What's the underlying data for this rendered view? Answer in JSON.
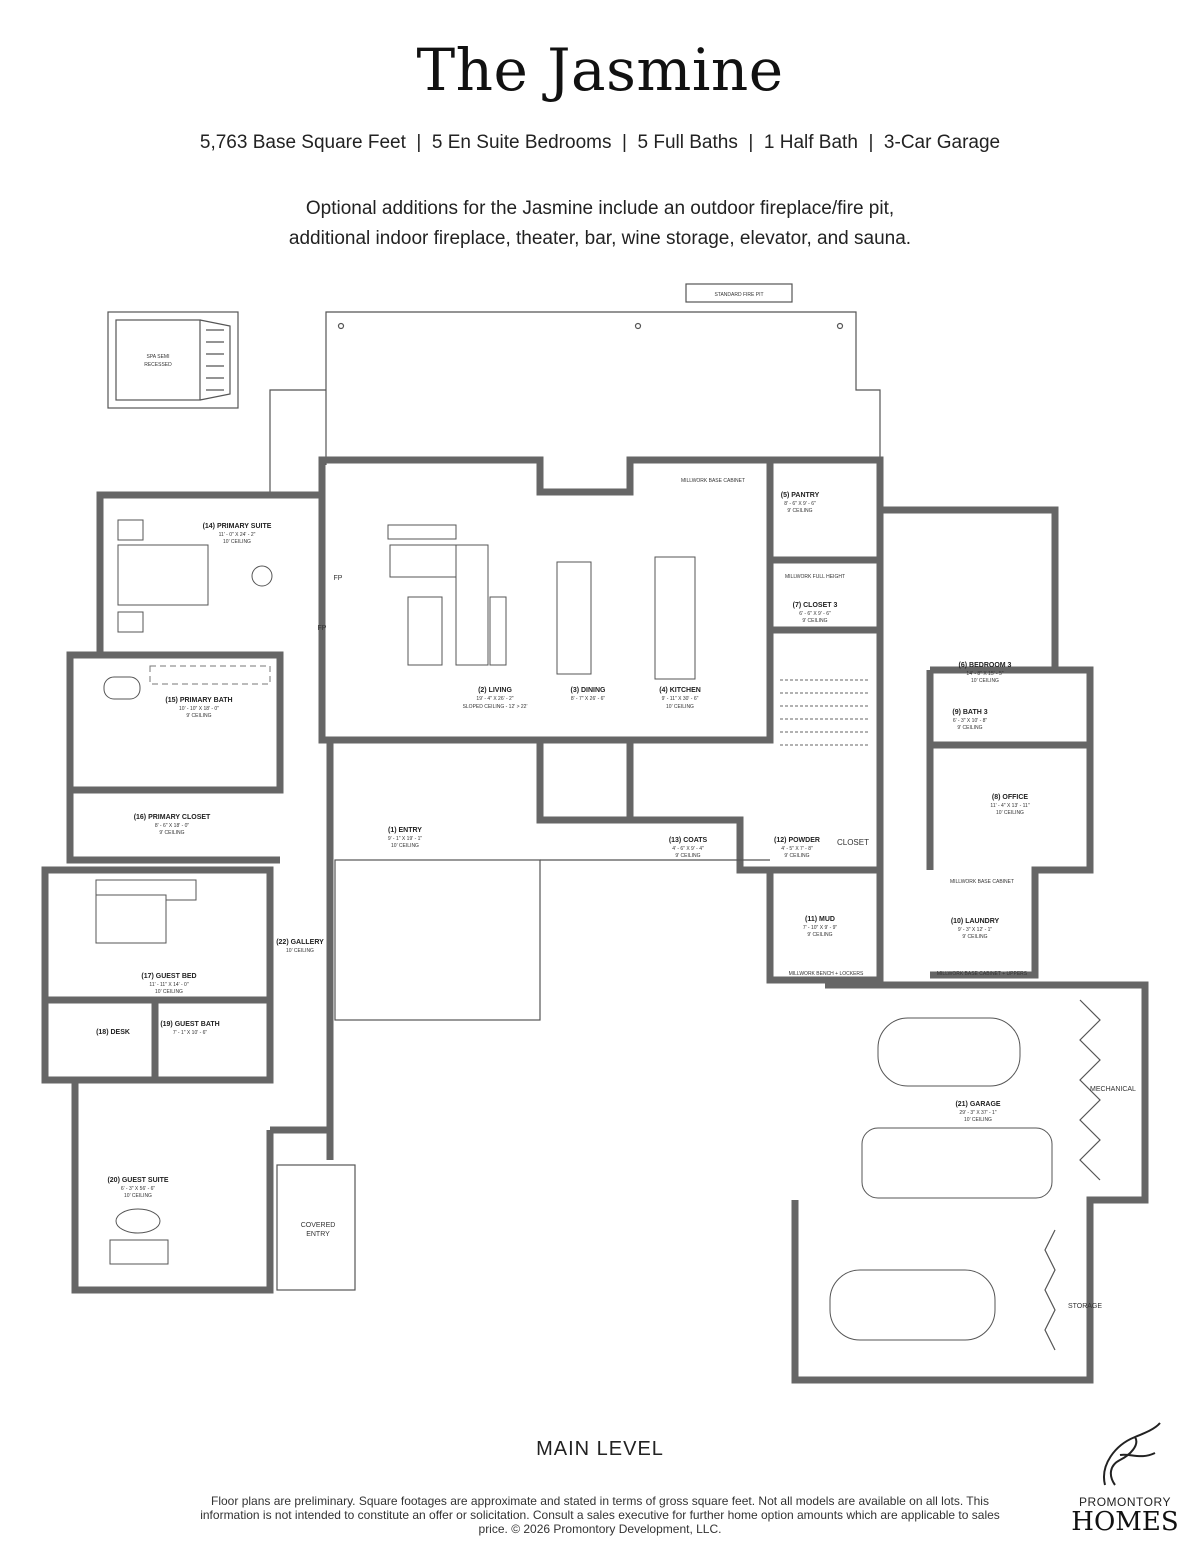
{
  "header": {
    "title": "The Jasmine",
    "stats": "5,763 Base Square Feet  |  5 En Suite Bedrooms  |  5 Full Baths  |  1 Half Bath  |  3-Car Garage",
    "description_line1": "Optional additions for the Jasmine include an outdoor fireplace/fire pit,",
    "description_line2": "additional indoor fireplace, theater, bar, wine storage, elevator, and sauna."
  },
  "plan": {
    "fire_pit": "STANDARD FIRE PIT",
    "spa": "SPA SEMI",
    "spa2": "RECESSED",
    "fp": "FP",
    "closet": "CLOSET",
    "mechanical": "MECHANICAL",
    "storage": "STORAGE",
    "covered_entry_1": "COVERED",
    "covered_entry_2": "ENTRY",
    "millwork_base_cabinet": "MILLWORK BASE CABINET",
    "millwork_bench": "MILLWORK BENCH + LOCKERS",
    "millwork_base_uppers": "MILLWORK BASE CABINET + UPPERS",
    "millwork_full_height": "MILLWORK FULL HEIGHT",
    "rooms": [
      {
        "name": "(1) ENTRY",
        "dims": "9' - 1\" X 19' - 1\"",
        "ceiling": "10' CEILING"
      },
      {
        "name": "(2) LIVING",
        "dims": "19' - 4\" X 26' - 2\"",
        "ceiling": "SLOPED CEILING - 12' > 22'"
      },
      {
        "name": "(3) DINING",
        "dims": "8' - 7\" X 26' - 6\"",
        "ceiling": ""
      },
      {
        "name": "(4) KITCHEN",
        "dims": "9' - 11\" X 30' - 6\"",
        "ceiling": "10' CEILING"
      },
      {
        "name": "(5) PANTRY",
        "dims": "8' - 6\" X 9' - 6\"",
        "ceiling": "9' CEILING"
      },
      {
        "name": "(6) BEDROOM 3",
        "dims": "14' - 8\" X 15' - 5\"",
        "ceiling": "10' CEILING"
      },
      {
        "name": "(7) CLOSET 3",
        "dims": "6' - 6\" X 9' - 6\"",
        "ceiling": "9' CEILING"
      },
      {
        "name": "(8) OFFICE",
        "dims": "11' - 4\" X 13' - 11\"",
        "ceiling": "10' CEILING"
      },
      {
        "name": "(9) BATH 3",
        "dims": "6' - 3\" X 10' - 8\"",
        "ceiling": "9' CEILING"
      },
      {
        "name": "(10) LAUNDRY",
        "dims": "9' - 3\" X 12' - 1\"",
        "ceiling": "9' CEILING"
      },
      {
        "name": "(11) MUD",
        "dims": "7' - 10\" X 9' - 9\"",
        "ceiling": "9' CEILING"
      },
      {
        "name": "(12) POWDER",
        "dims": "4' - 5\" X 7' - 8\"",
        "ceiling": "9' CEILING"
      },
      {
        "name": "(13) COATS",
        "dims": "4' - 6\" X 9' - 4\"",
        "ceiling": "9' CEILING"
      },
      {
        "name": "(14) PRIMARY SUITE",
        "dims": "11' - 0\" X 24' - 2\"",
        "ceiling": "10' CEILING"
      },
      {
        "name": "(15) PRIMARY BATH",
        "dims": "10' - 10\" X 18' - 0\"",
        "ceiling": "9' CEILING"
      },
      {
        "name": "(16) PRIMARY CLOSET",
        "dims": "8' - 6\" X 18' - 0\"",
        "ceiling": "9' CEILING"
      },
      {
        "name": "(17) GUEST BED",
        "dims": "11' - 11\" X 14' - 0\"",
        "ceiling": "10' CEILING"
      },
      {
        "name": "(18) DESK",
        "dims": "",
        "ceiling": ""
      },
      {
        "name": "(19) GUEST BATH",
        "dims": "7' - 1\" X 10' - 6\"",
        "ceiling": ""
      },
      {
        "name": "(20) GUEST SUITE",
        "dims": "6' - 3\" X 56' - 6\"",
        "ceiling": "10' CEILING"
      },
      {
        "name": "(21) GARAGE",
        "dims": "29' - 3\" X 37' - 1\"",
        "ceiling": "10' CEILING"
      },
      {
        "name": "(22) GALLERY",
        "dims": "10' CEILING",
        "ceiling": ""
      }
    ]
  },
  "footer": {
    "level": "MAIN LEVEL",
    "disclaimer": "Floor plans are preliminary. Square footages are approximate and stated in terms of gross square feet. Not all models are available on all lots. This information is not intended to constitute an offer or solicitation. Consult a sales executive for further home option amounts which are applicable to sales price. © 2026 Promontory Development, LLC.",
    "logo_line1": "PROMONTORY",
    "logo_line2": "HOMES"
  }
}
